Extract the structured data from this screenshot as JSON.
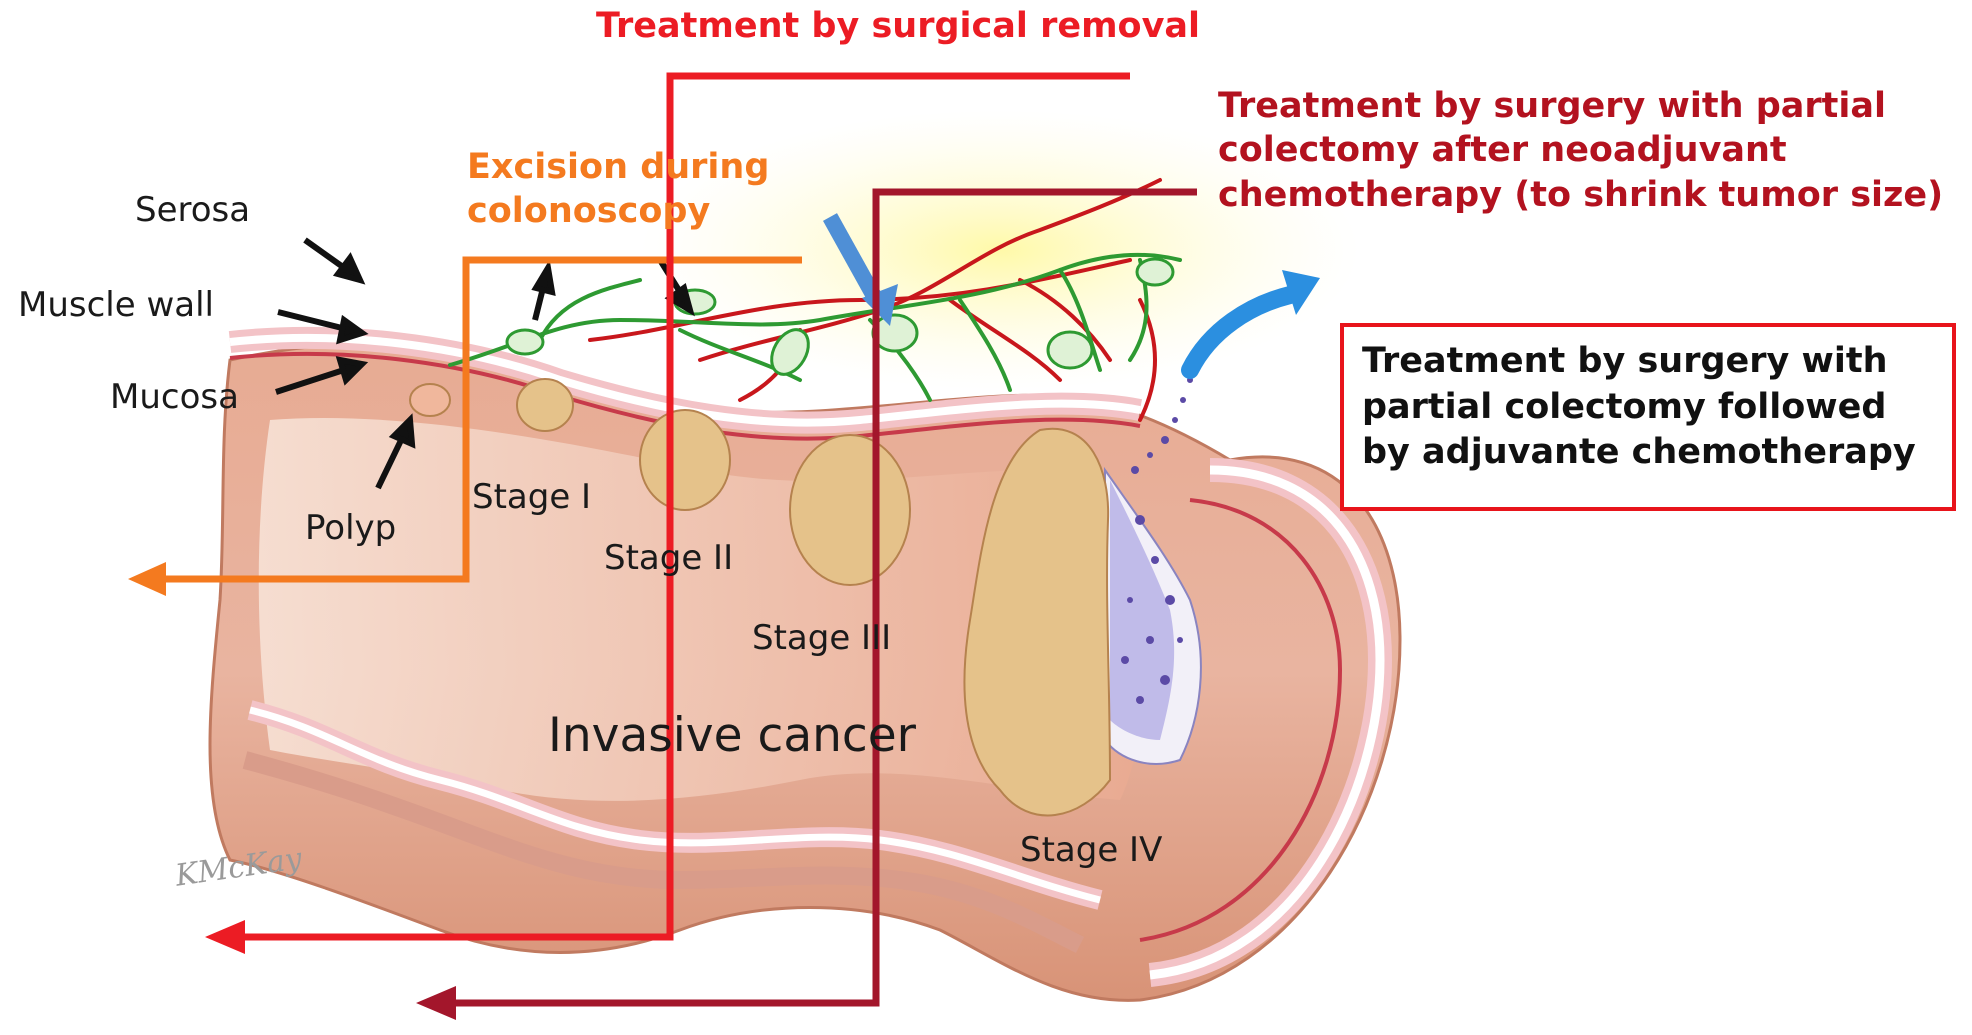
{
  "colors": {
    "excision": "#f47a1f",
    "surgical_removal": "#ec1c24",
    "neoadjuvant": "#a3162b",
    "adjuvant_box_border": "#e8141b",
    "blue_arrow": "#2b8fe0",
    "vessel_artery": "#c8171c",
    "vessel_lymph": "#2e9a32",
    "tumor": "#e5c28a",
    "tissue": "#dc9b83"
  },
  "anatomy": {
    "serosa": "Serosa",
    "muscle_wall": "Muscle wall",
    "mucosa": "Mucosa",
    "polyp": "Polyp"
  },
  "stages": {
    "stage_1": "Stage I",
    "stage_2": "Stage II",
    "stage_3": "Stage III",
    "stage_4": "Stage IV",
    "invasive": "Invasive cancer"
  },
  "signature": "KMcKay",
  "treatments": {
    "surgical_removal": "Treatment by surgical removal",
    "excision_line1": "Excision during",
    "excision_line2": "colonoscopy",
    "neoadjuvant_line1": "Treatment by surgery with partial",
    "neoadjuvant_line2": "colectomy after neoadjuvant",
    "neoadjuvant_line3": "chemotherapy (to shrink tumor size)",
    "adjuvant": "Treatment by surgery with\npartial colectomy followed\nby adjuvante chemotherapy"
  }
}
